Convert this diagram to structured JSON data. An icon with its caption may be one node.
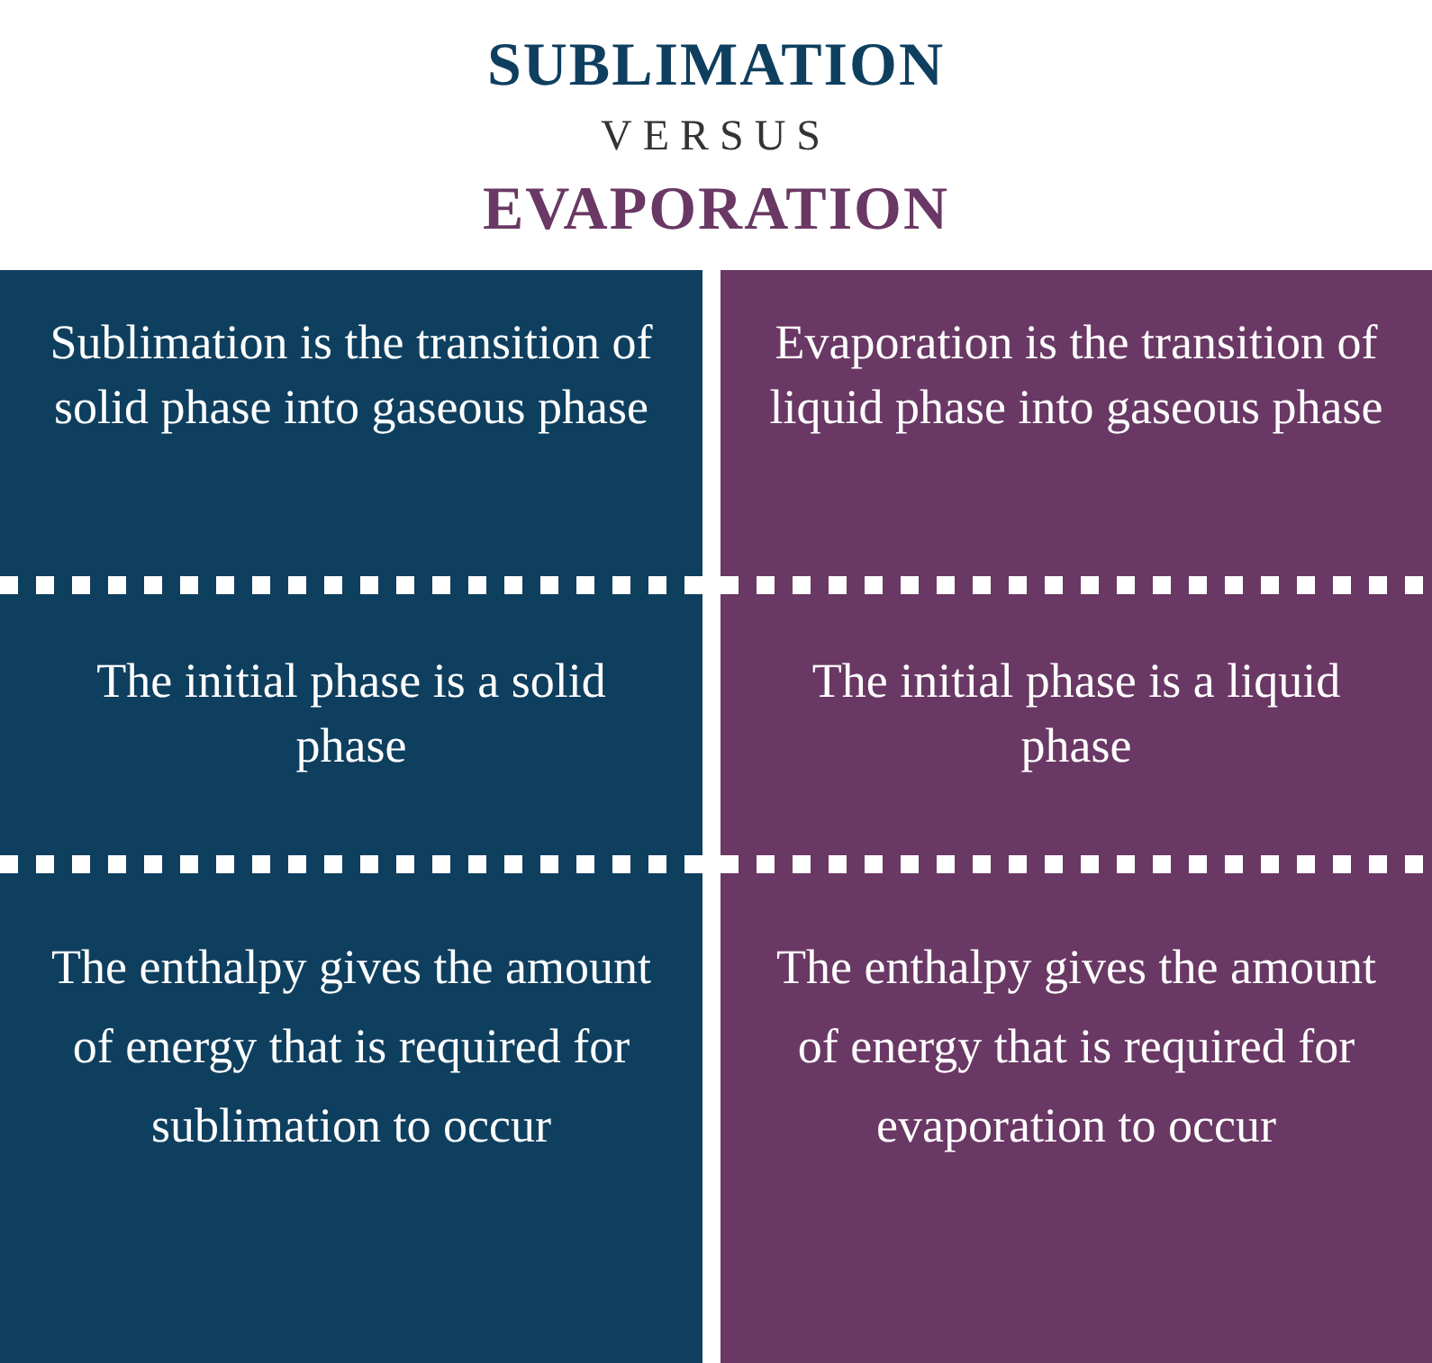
{
  "diagram": {
    "labels": [
      "SUBLIMATION",
      "VERSUS",
      "EVAPORATION",
      "Sublimation is the transition of solid phase into gaseous phase",
      "Evaporation is the transition of liquid phase into gaseous phase",
      "The initial phase is a solid phase",
      "The initial phase is a liquid phase",
      "The enthalpy gives the amount of energy that is required for sublimation to occur",
      "The enthalpy gives the amount of energy that is required for evaporation to occur"
    ]
  }
}
